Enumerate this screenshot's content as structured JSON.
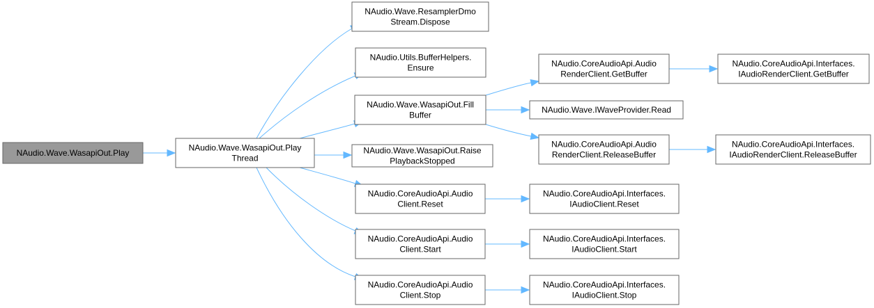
{
  "diagram": {
    "nodes": [
      {
        "id": "play",
        "lines": [
          "NAudio.Wave.WasapiOut.Play"
        ],
        "highlight": true
      },
      {
        "id": "playthread",
        "lines": [
          "NAudio.Wave.WasapiOut.Play",
          "Thread"
        ]
      },
      {
        "id": "resampler",
        "lines": [
          "NAudio.Wave.ResamplerDmo",
          "Stream.Dispose"
        ]
      },
      {
        "id": "ensure",
        "lines": [
          "NAudio.Utils.BufferHelpers.",
          "Ensure"
        ]
      },
      {
        "id": "fillbuffer",
        "lines": [
          "NAudio.Wave.WasapiOut.Fill",
          "Buffer"
        ]
      },
      {
        "id": "raise",
        "lines": [
          "NAudio.Wave.WasapiOut.Raise",
          "PlaybackStopped"
        ]
      },
      {
        "id": "reset",
        "lines": [
          "NAudio.CoreAudioApi.Audio",
          "Client.Reset"
        ]
      },
      {
        "id": "start",
        "lines": [
          "NAudio.CoreAudioApi.Audio",
          "Client.Start"
        ]
      },
      {
        "id": "stop",
        "lines": [
          "NAudio.CoreAudioApi.Audio",
          "Client.Stop"
        ]
      },
      {
        "id": "getbuffer",
        "lines": [
          "NAudio.CoreAudioApi.Audio",
          "RenderClient.GetBuffer"
        ]
      },
      {
        "id": "read",
        "lines": [
          "NAudio.Wave.IWaveProvider.Read"
        ]
      },
      {
        "id": "releasebuffer",
        "lines": [
          "NAudio.CoreAudioApi.Audio",
          "RenderClient.ReleaseBuffer"
        ]
      },
      {
        "id": "i_getbuffer",
        "lines": [
          "NAudio.CoreAudioApi.Interfaces.",
          "IAudioRenderClient.GetBuffer"
        ]
      },
      {
        "id": "i_releasebuffer",
        "lines": [
          "NAudio.CoreAudioApi.Interfaces.",
          "IAudioRenderClient.ReleaseBuffer"
        ]
      },
      {
        "id": "i_reset",
        "lines": [
          "NAudio.CoreAudioApi.Interfaces.",
          "IAudioClient.Reset"
        ]
      },
      {
        "id": "i_start",
        "lines": [
          "NAudio.CoreAudioApi.Interfaces.",
          "IAudioClient.Start"
        ]
      },
      {
        "id": "i_stop",
        "lines": [
          "NAudio.CoreAudioApi.Interfaces.",
          "IAudioClient.Stop"
        ]
      }
    ],
    "edges": [
      {
        "from": "play",
        "to": "playthread"
      },
      {
        "from": "playthread",
        "to": "resampler"
      },
      {
        "from": "playthread",
        "to": "ensure"
      },
      {
        "from": "playthread",
        "to": "fillbuffer"
      },
      {
        "from": "playthread",
        "to": "raise"
      },
      {
        "from": "playthread",
        "to": "reset"
      },
      {
        "from": "playthread",
        "to": "start"
      },
      {
        "from": "playthread",
        "to": "stop"
      },
      {
        "from": "fillbuffer",
        "to": "getbuffer"
      },
      {
        "from": "fillbuffer",
        "to": "read"
      },
      {
        "from": "fillbuffer",
        "to": "releasebuffer"
      },
      {
        "from": "getbuffer",
        "to": "i_getbuffer"
      },
      {
        "from": "releasebuffer",
        "to": "i_releasebuffer"
      },
      {
        "from": "reset",
        "to": "i_reset"
      },
      {
        "from": "start",
        "to": "i_start"
      },
      {
        "from": "stop",
        "to": "i_stop"
      }
    ],
    "colors": {
      "node_fill": "#ffffff",
      "node_highlight_fill": "#999999",
      "node_border": "#666666",
      "edge": "#63b8ff",
      "text": "#000000"
    }
  }
}
